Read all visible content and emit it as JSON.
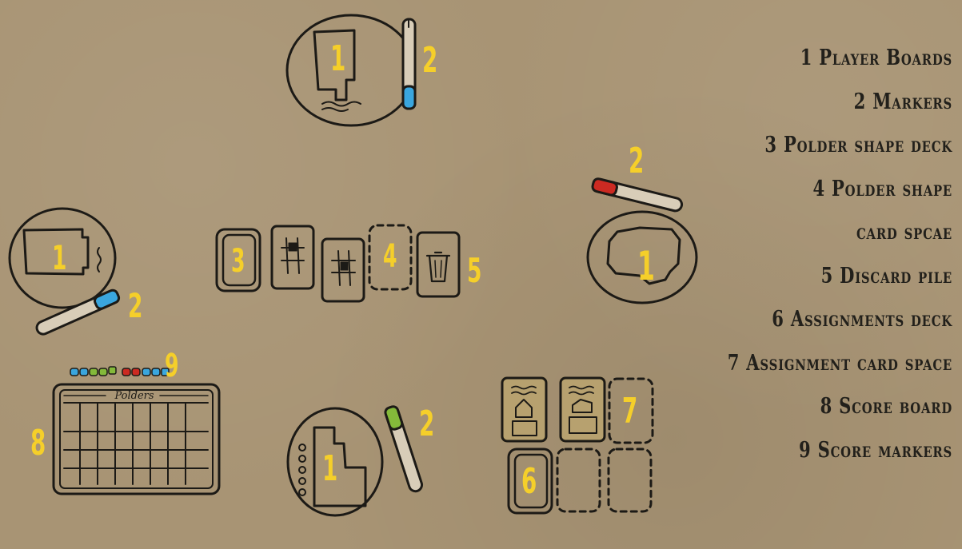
{
  "legend": [
    "1 Player Boards",
    "2 Markers",
    "3 Polder shape deck",
    "4 Polder shape",
    "card spcae",
    "5 Discard pile",
    "6 Assignments deck",
    "7 Assignment card space",
    "8 Score board",
    "9 Score markers"
  ],
  "labels": {
    "player_board": "1",
    "marker": "2",
    "deck": "3",
    "card_space": "4",
    "discard": "5",
    "assign_deck": "6",
    "assign_space": "7",
    "score_board": "8",
    "score_markers": "9"
  },
  "score_board_title": "Polders",
  "colors": {
    "background": "#a89474",
    "ink": "#1c1a16",
    "label": "#f5cf2a",
    "marker_blue": "#3aa6de",
    "marker_red": "#cc2a22",
    "marker_green": "#84b93a",
    "marker_body": "#d8cdb8"
  }
}
